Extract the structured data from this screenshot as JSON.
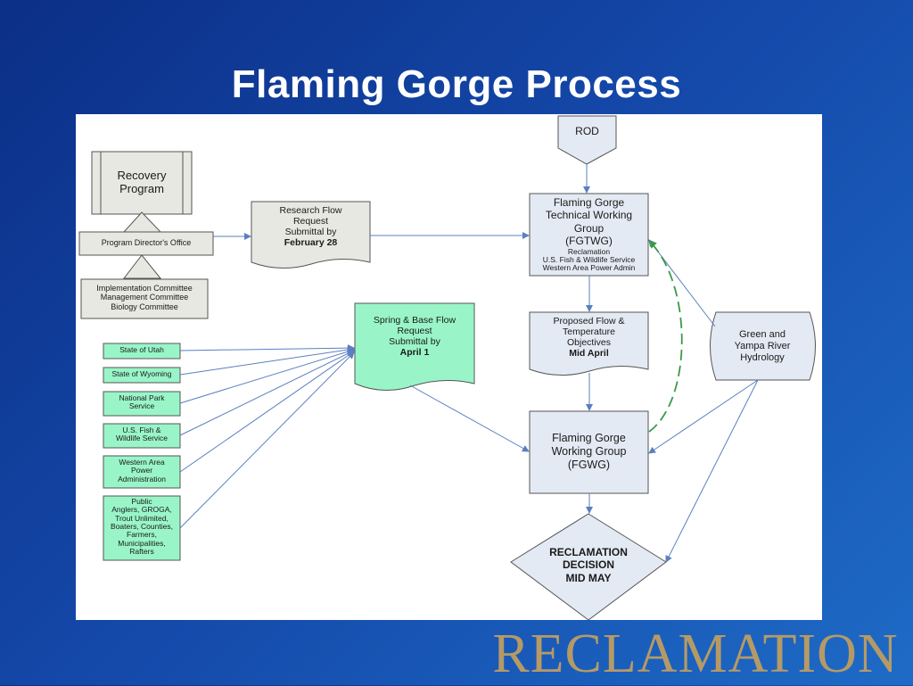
{
  "title": "Flaming Gorge Process",
  "brand": "RECLAMATION",
  "diagram": {
    "recovery_program": "Recovery Program",
    "program_directors_office": "Program Director's Office",
    "committees": [
      "Implementation Committee",
      "Management Committee",
      "Biology Committee"
    ],
    "research_flow": {
      "lines": [
        "Research Flow",
        "Request",
        "Submittal by"
      ],
      "date": "February 28"
    },
    "spring_base_flow": {
      "lines": [
        "Spring & Base Flow",
        "Request",
        "Submittal by"
      ],
      "date": "April 1"
    },
    "rod": "ROD",
    "fgtwg": {
      "lines": [
        "Flaming Gorge",
        "Technical Working",
        "Group",
        "(FGTWG)"
      ],
      "members": [
        "Reclamation",
        "U.S. Fish & Wildlife Service",
        "Western Area Power Admin"
      ]
    },
    "proposed_flow": {
      "lines": [
        "Proposed Flow &",
        "Temperature",
        "Objectives"
      ],
      "date": "Mid April"
    },
    "fgwg": {
      "lines": [
        "Flaming Gorge",
        "Working Group",
        "(FGWG)"
      ]
    },
    "decision": [
      "RECLAMATION",
      "DECISION",
      "MID MAY"
    ],
    "hydrology": [
      "Green and",
      "Yampa River",
      "Hydrology"
    ],
    "stakeholders": [
      [
        "State of Utah"
      ],
      [
        "State of Wyoming"
      ],
      [
        "National Park",
        "Service"
      ],
      [
        "U.S. Fish &",
        "Wildlife Service"
      ],
      [
        "Western Area",
        "Power",
        "Administration"
      ],
      [
        "Public",
        "Anglers, GROGA,",
        "Trout Unlimited,",
        "Boaters, Counties,",
        "Farmers,",
        "Municipalities,",
        "Rafters"
      ]
    ]
  },
  "colors": {
    "green_box": "#99f5c8",
    "blue_box": "#e4eaf4",
    "gray_box": "#e8e8e2",
    "arrow": "#5b7fbf",
    "dashed_arrow": "#3a9a4a"
  }
}
